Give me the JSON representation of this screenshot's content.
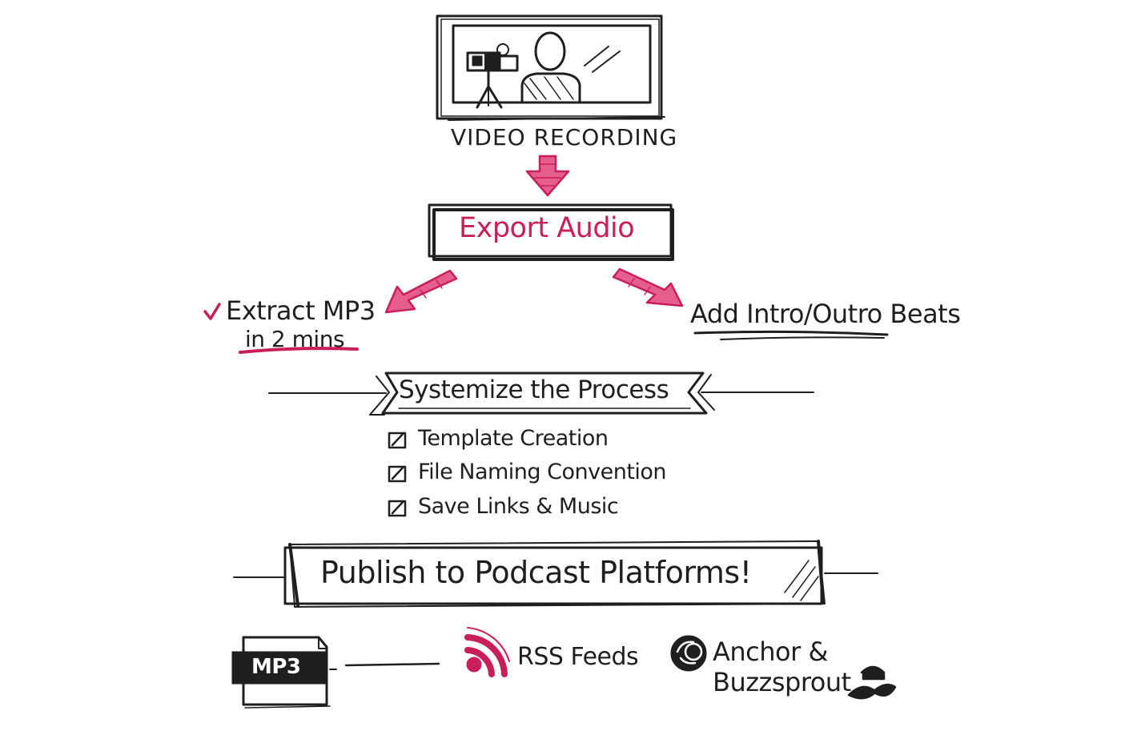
{
  "colors": {
    "ink": "#1f1f1f",
    "accent": "#c81e5a",
    "background": "#ffffff"
  },
  "icons": {
    "recording": "video-recording-icon",
    "arrow": "pink-arrow-icon",
    "check": "checkmark-icon",
    "checkbox": "checked-box-icon",
    "mp3": "mp3-file-icon",
    "rss": "rss-feed-icon",
    "anchor": "anchor-logo-icon",
    "buzzsprout": "buzzsprout-logo-icon"
  },
  "steps": {
    "recording": "VIDEO RECORDING",
    "export": "Export Audio",
    "extract_line1": "Extract MP3",
    "extract_line2": "in 2 mins",
    "intro_outro": "Add Intro/Outro Beats",
    "systemize": "Systemize the Process",
    "checklist": [
      "Template Creation",
      "File Naming Convention",
      "Save Links & Music"
    ],
    "publish": "Publish to Podcast Platforms!"
  },
  "platforms": {
    "mp3_label": "MP3",
    "rss": "RSS Feeds",
    "anchor_line1": "Anchor &",
    "anchor_line2": "Buzzsprout"
  }
}
